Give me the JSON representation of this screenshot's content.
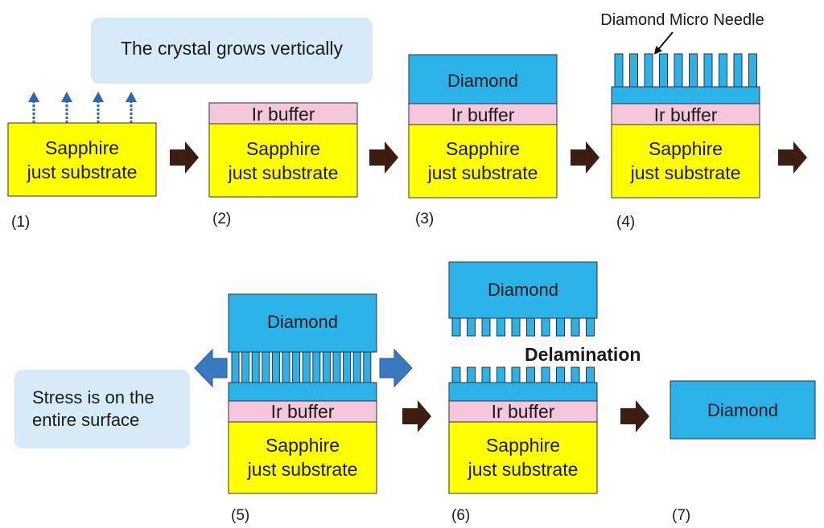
{
  "colors": {
    "sapphire": "#ffff00",
    "ir_buffer": "#f6c7dc",
    "diamond": "#2bb2e8",
    "note_bg": "#d6ebf7",
    "step_arrow": "#3d1c12",
    "growth_arrow": "#2f66b3",
    "stress_arrow": "#3a78c0",
    "outline": "#333333"
  },
  "notes": {
    "growth": "The crystal grows vertically",
    "stress_line1": "Stress is on the",
    "stress_line2": "entire surface"
  },
  "layers": {
    "sapphire_line1": "Sapphire",
    "sapphire_line2": "just substrate",
    "ir_buffer": "Ir buffer",
    "diamond": "Diamond"
  },
  "annotations": {
    "needle": "Diamond Micro Needle",
    "delamination": "Delamination"
  },
  "steps": [
    "(1)",
    "(2)",
    "(3)",
    "(4)",
    "(5)",
    "(6)",
    "(7)"
  ]
}
